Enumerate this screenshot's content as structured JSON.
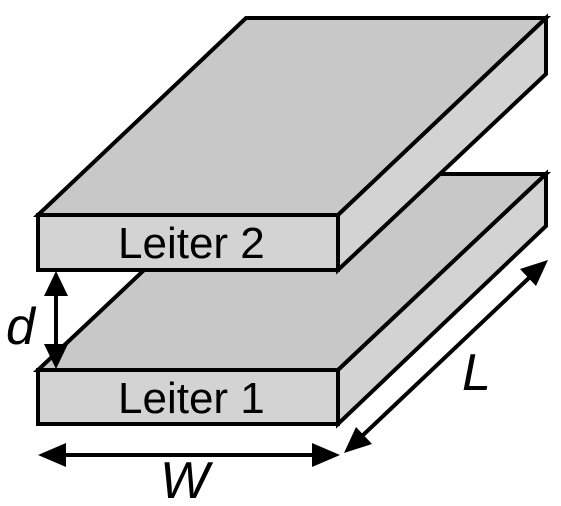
{
  "diagram": {
    "plates": [
      {
        "id": "bottom",
        "label": "Leiter 1"
      },
      {
        "id": "top",
        "label": "Leiter 2"
      }
    ],
    "dimensions": {
      "gap": "d",
      "width": "W",
      "length": "L"
    }
  },
  "colors": {
    "top_face": "#c8c8c8",
    "front_face": "#d3d3d3",
    "side_face": "#d3d3d3",
    "line": "#000000"
  }
}
